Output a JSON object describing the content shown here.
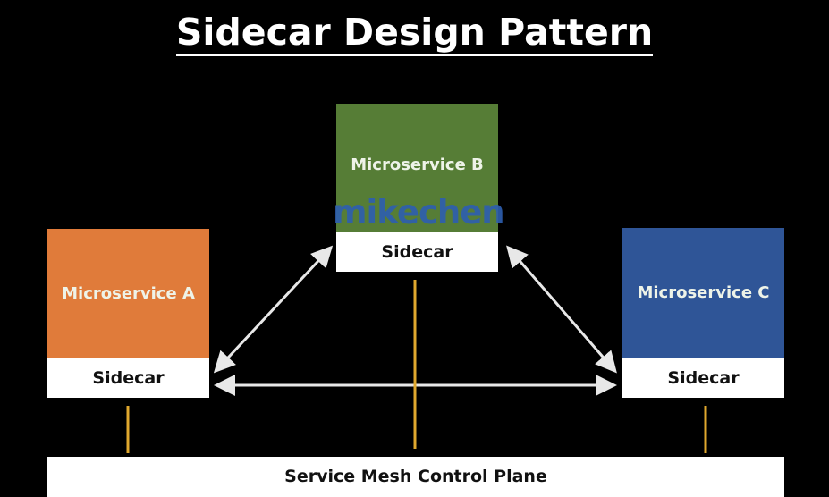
{
  "title": "Sidecar Design Pattern",
  "services": [
    {
      "name": "Microservice A",
      "sidecar": "Sidecar",
      "color": "#e07b3a"
    },
    {
      "name": "Microservice B",
      "sidecar": "Sidecar",
      "color": "#567d36"
    },
    {
      "name": "Microservice C",
      "sidecar": "Sidecar",
      "color": "#2f5597"
    }
  ],
  "control_plane": "Service Mesh Control Plane",
  "watermark": "mikechen",
  "colors": {
    "connector": "#e0a82e",
    "arrow": "#e8e8e8"
  }
}
